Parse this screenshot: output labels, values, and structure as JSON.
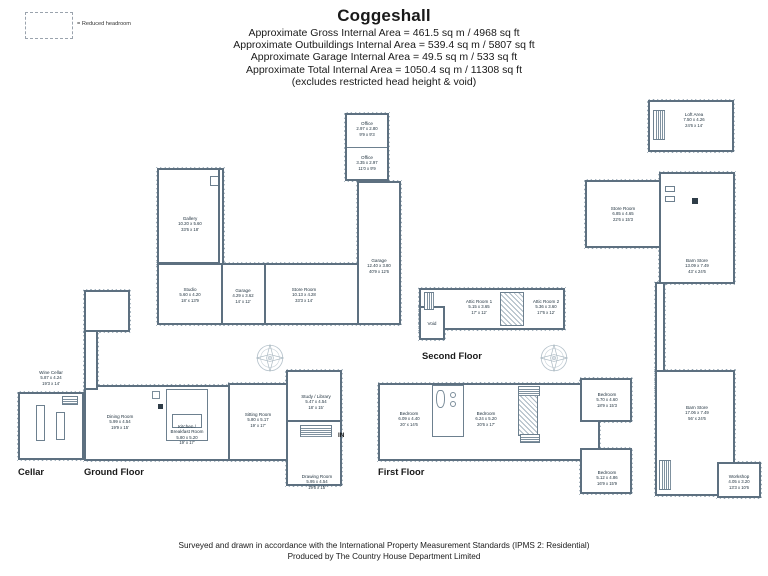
{
  "document": {
    "title": "Coggeshall",
    "areas": [
      "Approximate Gross Internal Area = 461.5 sq m / 4968 sq ft",
      "Approximate Outbuildings Internal Area = 539.4 sq m / 5807 sq ft",
      "Approximate Garage Internal Area = 49.5 sq m / 533 sq ft",
      "Approximate Total Internal Area = 1050.4 sq m / 11308 sq ft",
      "(excludes restricted head height & void)"
    ],
    "footer": [
      "Surveyed and drawn in accordance with the International Property Measurement Standards (IPMS 2: Residential)",
      "Produced by The Country House Department Limited"
    ]
  },
  "legend": {
    "label": "= Reduced headroom"
  },
  "floor_labels": {
    "cellar": "Cellar",
    "ground": "Ground Floor",
    "first": "First Floor",
    "second": "Second Floor"
  },
  "entrance": {
    "label": "IN"
  },
  "rooms": {
    "wine_cellar": {
      "name": "Wine Cellar",
      "metric": "5.87 x 4.24",
      "imperial": "19'3 x 14'"
    },
    "dining_room": {
      "name": "Dining Room",
      "metric": "5.99 x 4.54",
      "imperial": "19'9 x 15'"
    },
    "kitchen": {
      "name": "Kitchen /",
      "name2": "Breakfast Room",
      "metric": "5.80 x 5.20",
      "imperial": "19' x 17'"
    },
    "sitting_room": {
      "name": "Sitting Room",
      "metric": "5.80 x 5.17",
      "imperial": "19' x 17'"
    },
    "study_library": {
      "name": "Study / Library",
      "metric": "5.47 x 4.54",
      "imperial": "18' x 15'"
    },
    "drawing_room": {
      "name": "Drawing Room",
      "metric": "5.95 x 4.54",
      "imperial": "19'6 x 15'"
    },
    "bedroom_1": {
      "name": "Bedroom",
      "metric": "6.09 x 4.40",
      "imperial": "20' x 14'6"
    },
    "bedroom_2": {
      "name": "Bedroom",
      "metric": "6.24 x 5.20",
      "imperial": "20'6 x 17'"
    },
    "bedroom_3": {
      "name": "Bedroom",
      "metric": "5.70 x 4.60",
      "imperial": "18'9 x 15'3"
    },
    "bedroom_4": {
      "name": "Bedroom",
      "metric": "5.12 x 4.86",
      "imperial": "16'9 x 15'9"
    },
    "attic_room_1": {
      "name": "Attic Room 1",
      "metric": "5.15 x 3.65",
      "imperial": "17' x 12'"
    },
    "attic_room_2": {
      "name": "Attic Room 2",
      "metric": "5.36 x 3.60",
      "imperial": "17'6 x 12'"
    },
    "void": {
      "name": "Void"
    },
    "gallery": {
      "name": "Gallery",
      "metric": "10.20 x 5.60",
      "imperial": "33'6 x 18'"
    },
    "studio": {
      "name": "Studio",
      "metric": "5.60 x 4.20",
      "imperial": "18' x 13'9"
    },
    "garage_small": {
      "name": "Garage",
      "metric": "4.29 x 3.62",
      "imperial": "14' x 12'"
    },
    "store_room_ob": {
      "name": "Store Room",
      "metric": "10.13 x 4.28",
      "imperial": "33'3 x 14'"
    },
    "garage_large": {
      "name": "Garage",
      "metric": "12.40 x 3.80",
      "imperial": "40'9 x 12'6"
    },
    "office_1": {
      "name": "Office",
      "metric": "2.97 x 2.80",
      "imperial": "9'9 x 9'3"
    },
    "office_2": {
      "name": "Office",
      "metric": "3.35 x 2.97",
      "imperial": "11'0 x 9'9"
    },
    "loft_area": {
      "name": "Loft Area",
      "metric": "7.50 x 4.26",
      "imperial": "24'6 x 14'"
    },
    "store_room_barn": {
      "name": "Store Room",
      "metric": "6.85 x 4.65",
      "imperial": "22'6 x 15'3"
    },
    "barn_store_upper": {
      "name": "Barn Store",
      "metric": "13.09 x 7.49",
      "imperial": "43' x 24'6"
    },
    "barn_store_lower": {
      "name": "Barn Store",
      "metric": "17.06 x 7.49",
      "imperial": "56' x 24'6"
    },
    "workshop": {
      "name": "Workshop",
      "metric": "4.05 x 3.20",
      "imperial": "13'3 x 10'6"
    }
  },
  "colors": {
    "wall": "#5d7080",
    "hatch": "#93a4b1",
    "text": "#1b2d3a",
    "background": "#ffffff"
  }
}
